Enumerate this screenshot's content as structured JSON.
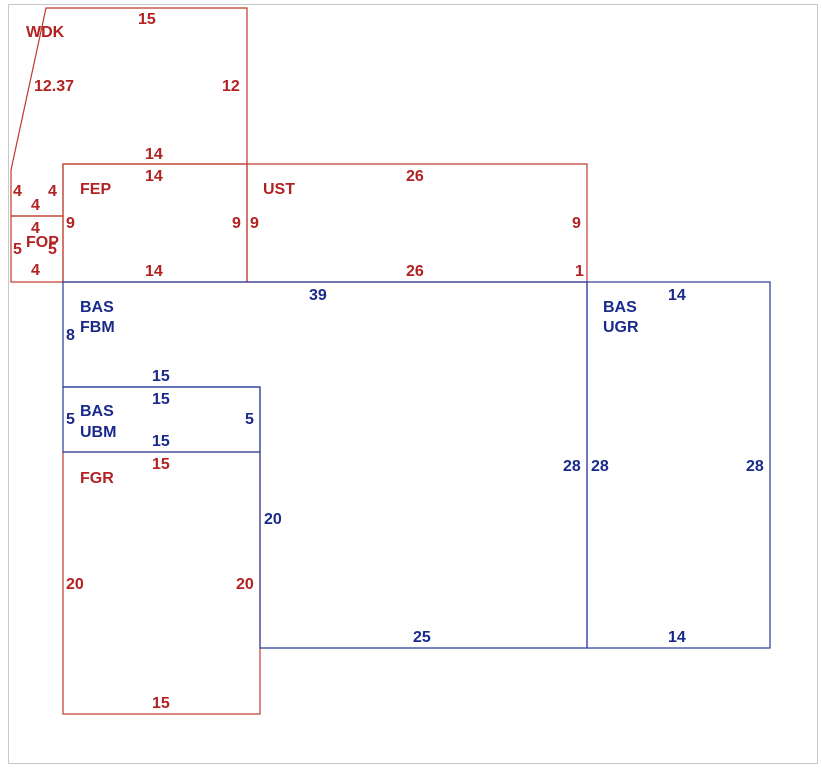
{
  "colors": {
    "red": "#b22222",
    "blue": "#1a2a8a"
  },
  "areas": [
    {
      "id": "wdk",
      "code": "WDK",
      "color": "red",
      "dims": {
        "top": "15",
        "right": "12",
        "diag": "12.37",
        "bottom": "14",
        "left_a": "4",
        "left_b": "4"
      }
    },
    {
      "id": "fep",
      "code": "FEP",
      "color": "red",
      "dims": {
        "top": "14",
        "left": "9",
        "right": "9",
        "bottom": "14",
        "inner_4": "4",
        "inner_4b": "4"
      }
    },
    {
      "id": "fop",
      "code": "FOP",
      "color": "red",
      "dims": {
        "top": "4",
        "left": "5",
        "right": "5",
        "bottom": "4"
      }
    },
    {
      "id": "ust",
      "code": "UST",
      "color": "red",
      "dims": {
        "top": "26",
        "left": "9",
        "right": "9",
        "bottom": "26",
        "corner": "1"
      }
    },
    {
      "id": "bas_fbm",
      "line1": "BAS",
      "line2": "FBM",
      "color": "blue",
      "dims": {
        "top": "39",
        "left": "8",
        "mid": "15",
        "right": "28",
        "bottom": "25",
        "left_low": "20"
      }
    },
    {
      "id": "bas_ubm",
      "line1": "BAS",
      "line2": "UBM",
      "color": "blue",
      "dims": {
        "top": "15",
        "left": "5",
        "right": "5",
        "bottom": "15"
      }
    },
    {
      "id": "bas_ugr",
      "line1": "BAS",
      "line2": "UGR",
      "color": "blue",
      "dims": {
        "top": "14",
        "left": "28",
        "right": "28",
        "bottom": "14"
      }
    },
    {
      "id": "fgr",
      "code": "FGR",
      "color": "red",
      "dims": {
        "top": "15",
        "left": "20",
        "right": "20",
        "bottom": "15"
      }
    }
  ]
}
